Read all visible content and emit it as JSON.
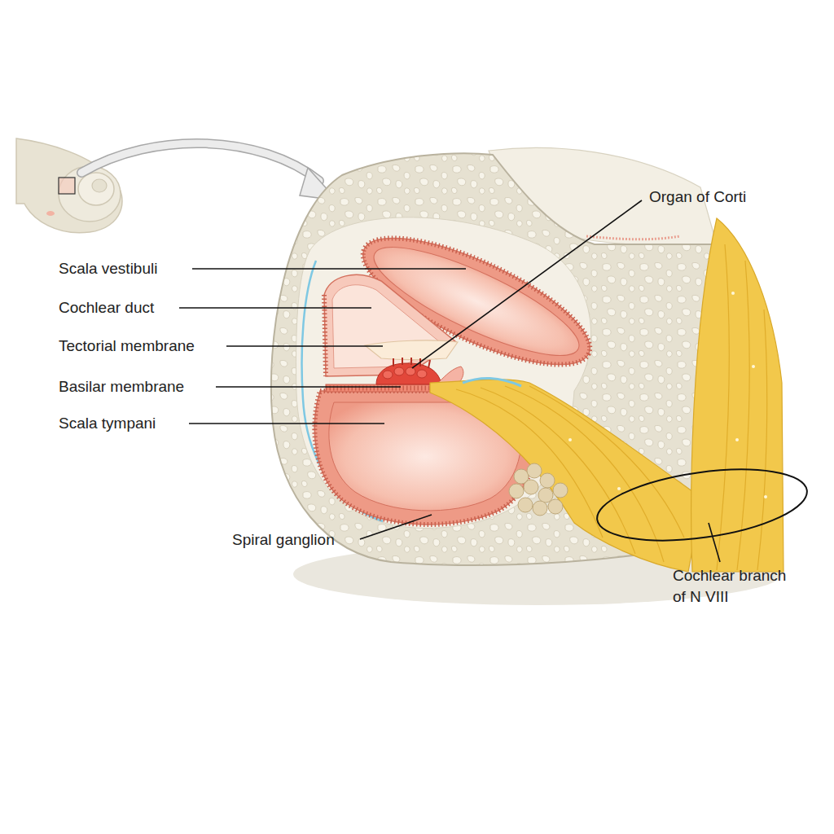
{
  "diagram": {
    "labels": [
      "Organ of Corti",
      "Scala vestibuli",
      "Cochlear duct",
      "Tectorial membrane",
      "Basilar membrane",
      "Scala tympani",
      "Spiral ganglion",
      "Cochlear branch of N VIII"
    ]
  }
}
